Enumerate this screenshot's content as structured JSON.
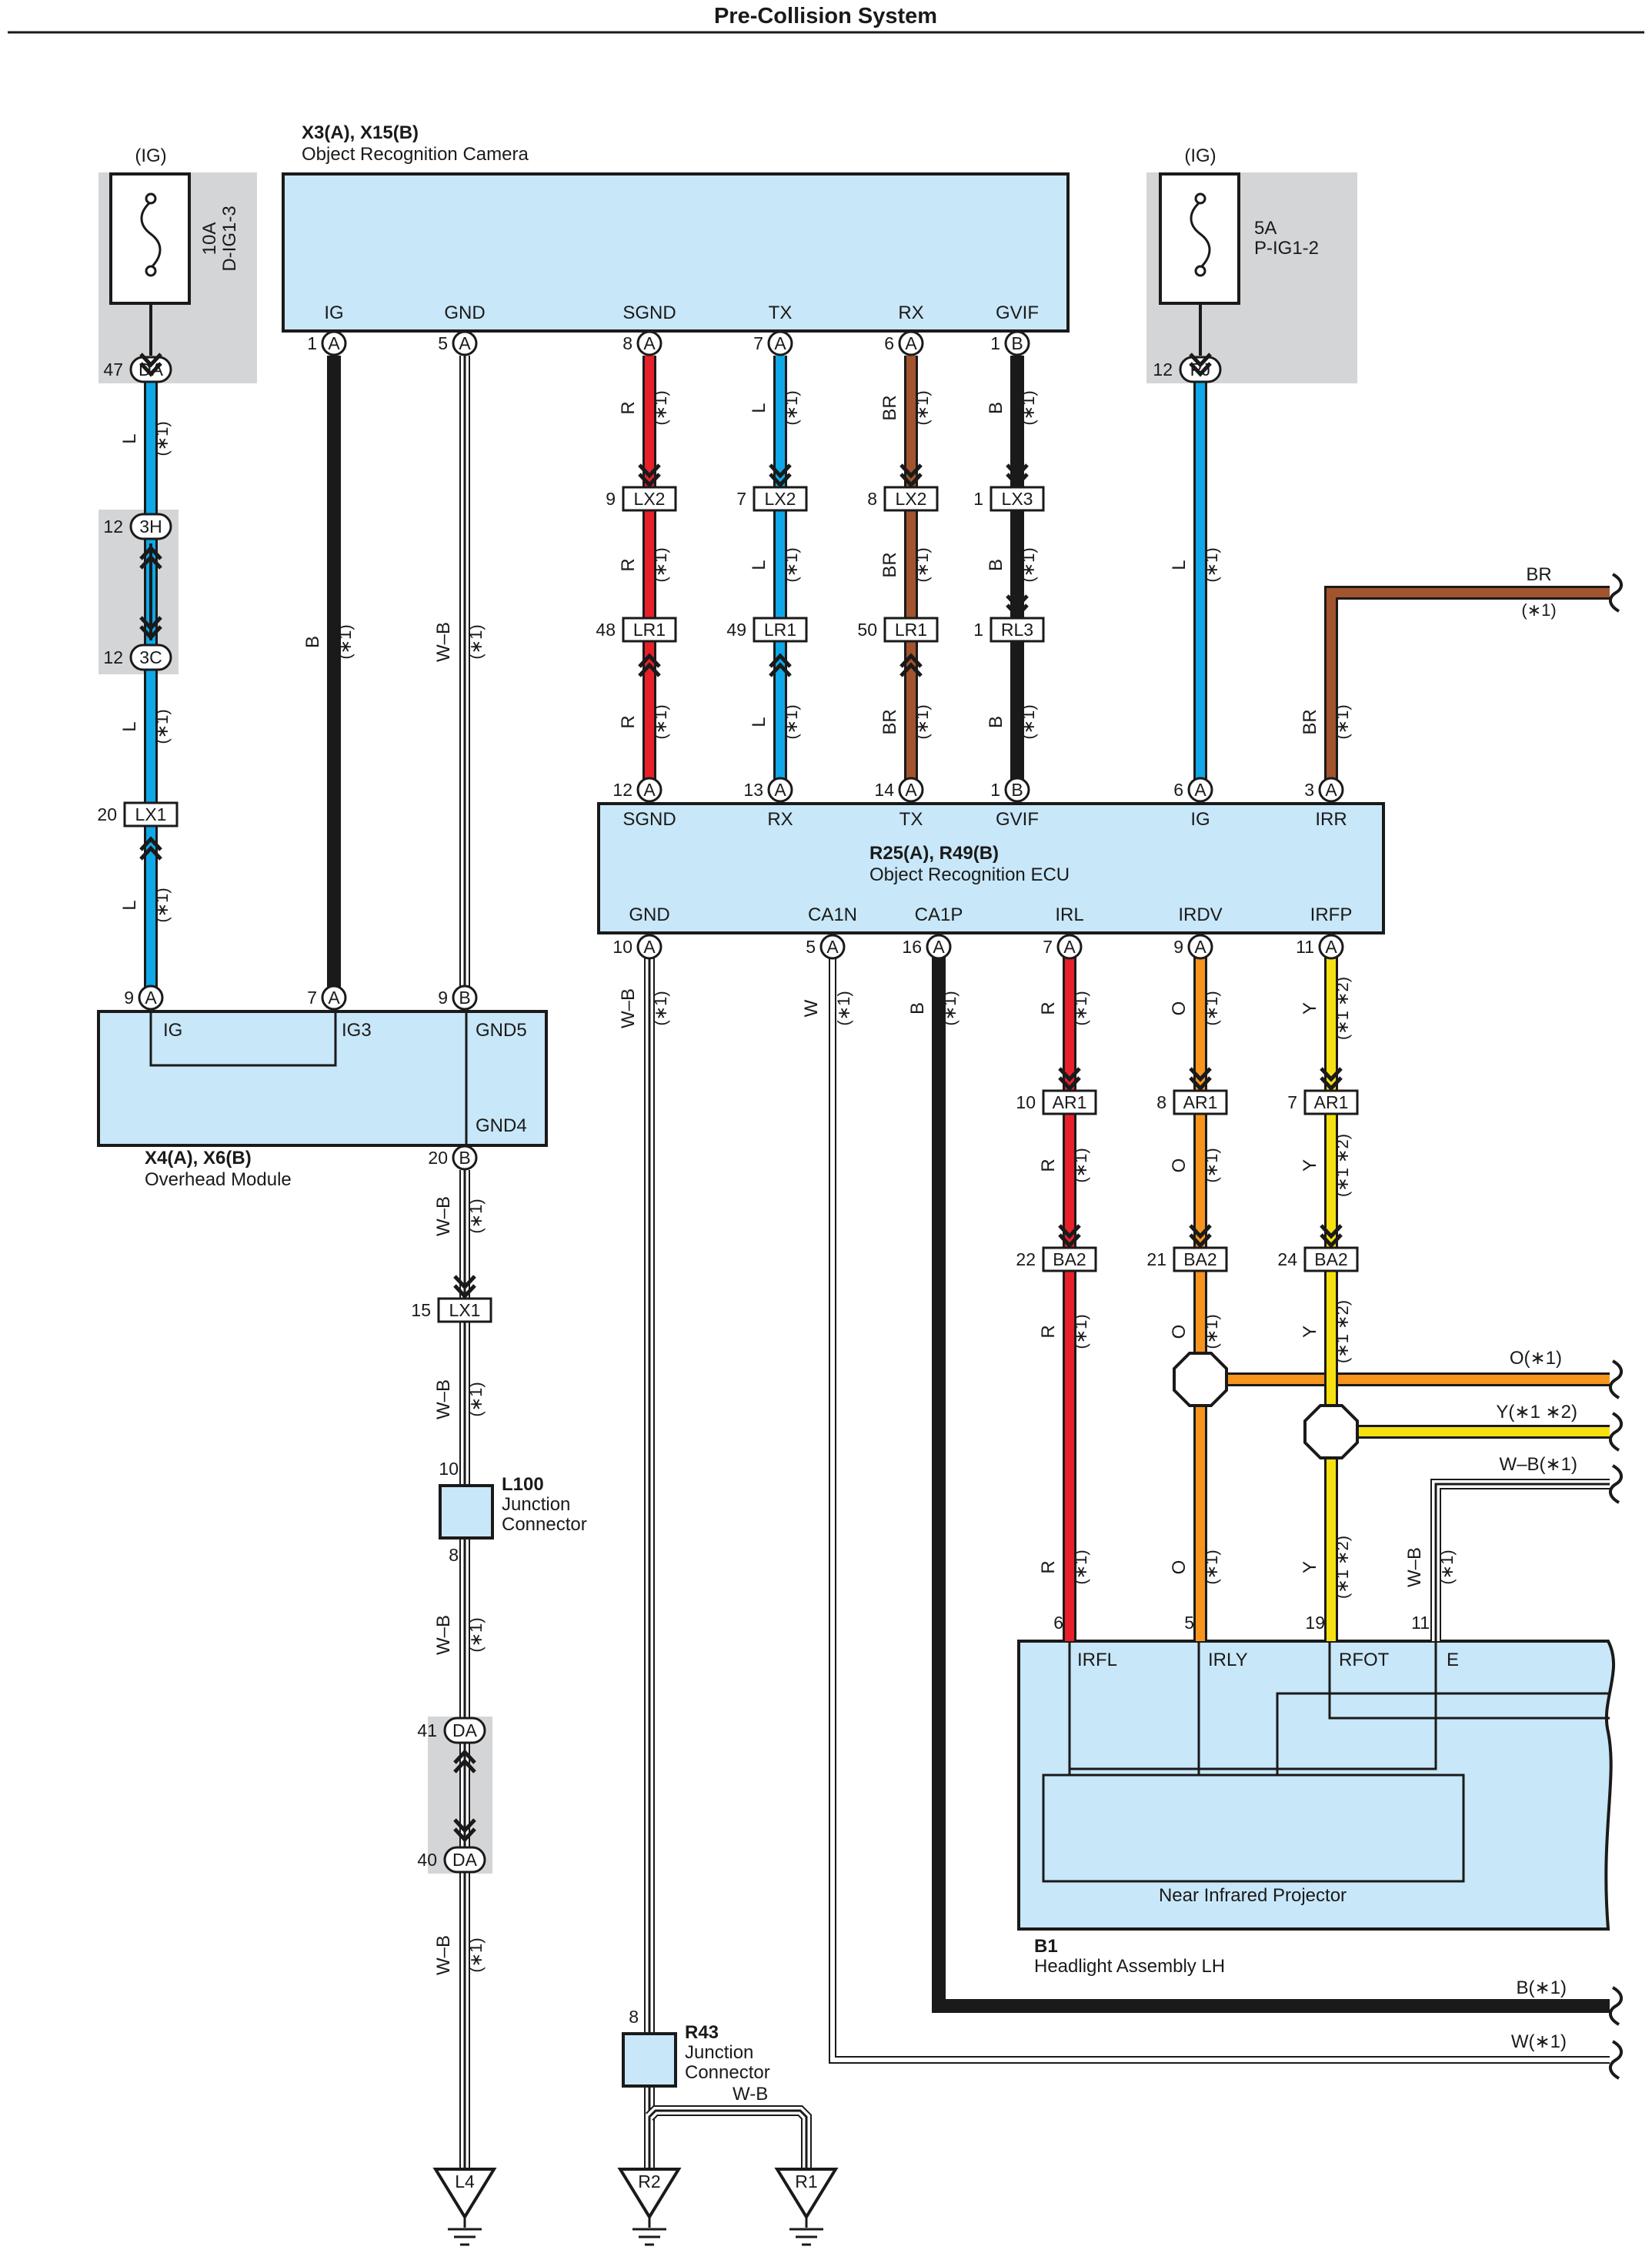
{
  "title": "Pre-Collision System",
  "colors": {
    "L": "#10a8e6",
    "R": "#e8202a",
    "BR": "#a2542e",
    "B": "#1a1a1a",
    "O": "#f7941d",
    "Y": "#f7e010",
    "module_fill": "#c8e7f8",
    "fuse_box_fill": "#d4d5d7"
  },
  "fuse_left": {
    "label": "(IG)",
    "amp": "10A",
    "name": "D-IG1-3",
    "pin": "47",
    "conn": "DA"
  },
  "fuse_right": {
    "label": "(IG)",
    "amp": "5A",
    "name": "P-IG1-2",
    "pin": "12",
    "conn": "PJ"
  },
  "camera": {
    "code": "X3(A), X15(B)",
    "name": "Object Recognition Camera",
    "terminals": [
      {
        "name": "IG",
        "pin": "1",
        "conn": "A"
      },
      {
        "name": "GND",
        "pin": "5",
        "conn": "A"
      },
      {
        "name": "SGND",
        "pin": "8",
        "conn": "A"
      },
      {
        "name": "TX",
        "pin": "7",
        "conn": "A"
      },
      {
        "name": "RX",
        "pin": "6",
        "conn": "A"
      },
      {
        "name": "GVIF",
        "pin": "1",
        "conn": "B"
      }
    ]
  },
  "ecu": {
    "code": "R25(A), R49(B)",
    "name": "Object Recognition ECU",
    "top_terminals": [
      {
        "name": "SGND",
        "pin": "12",
        "conn": "A"
      },
      {
        "name": "RX",
        "pin": "13",
        "conn": "A"
      },
      {
        "name": "TX",
        "pin": "14",
        "conn": "A"
      },
      {
        "name": "GVIF",
        "pin": "1",
        "conn": "B"
      },
      {
        "name": "IG",
        "pin": "6",
        "conn": "A"
      },
      {
        "name": "IRR",
        "pin": "3",
        "conn": "A"
      }
    ],
    "bottom_terminals": [
      {
        "name": "GND",
        "pin": "10",
        "conn": "A"
      },
      {
        "name": "CA1N",
        "pin": "5",
        "conn": "A"
      },
      {
        "name": "CA1P",
        "pin": "16",
        "conn": "A"
      },
      {
        "name": "IRL",
        "pin": "7",
        "conn": "A"
      },
      {
        "name": "IRDV",
        "pin": "9",
        "conn": "A"
      },
      {
        "name": "IRFP",
        "pin": "11",
        "conn": "A"
      }
    ]
  },
  "overhead": {
    "code": "X4(A), X6(B)",
    "name": "Overhead Module",
    "terminals": [
      {
        "name": "IG",
        "pin": "9",
        "conn": "A"
      },
      {
        "name": "IG3",
        "pin": "7",
        "conn": "A"
      },
      {
        "name": "GND5",
        "pin": "9",
        "conn": "B"
      }
    ],
    "gnd4": {
      "name": "GND4",
      "pin": "20",
      "conn": "B"
    }
  },
  "headlight": {
    "code": "B1",
    "name": "Headlight Assembly LH",
    "sub": "Near Infrared Projector",
    "terminals": [
      {
        "name": "IRFL",
        "pin": "6"
      },
      {
        "name": "IRLY",
        "pin": "5"
      },
      {
        "name": "RFOT",
        "pin": "19"
      },
      {
        "name": "E",
        "pin": "11"
      }
    ]
  },
  "junction_l100": {
    "code": "L100",
    "line1": "Junction",
    "line2": "Connector",
    "pin_top": "10",
    "pin_bottom": "8"
  },
  "junction_r43": {
    "code": "R43",
    "line1": "Junction",
    "line2": "Connector",
    "pin_top": "8",
    "wire": "W-B"
  },
  "grounds": [
    "L4",
    "R2",
    "R1"
  ],
  "connectors": {
    "c_3h": {
      "pin": "12",
      "name": "3H"
    },
    "c_3c": {
      "pin": "12",
      "name": "3C"
    },
    "c_lx1a": {
      "pin": "20",
      "name": "LX1"
    },
    "c_lx1b": {
      "pin": "15",
      "name": "LX1"
    },
    "c_da41": {
      "pin": "41",
      "name": "DA"
    },
    "c_da40": {
      "pin": "40",
      "name": "DA"
    },
    "c_lx2a": {
      "pin": "9",
      "name": "LX2"
    },
    "c_lx2b": {
      "pin": "7",
      "name": "LX2"
    },
    "c_lx2c": {
      "pin": "8",
      "name": "LX2"
    },
    "c_lx3": {
      "pin": "1",
      "name": "LX3"
    },
    "c_lr1a": {
      "pin": "48",
      "name": "LR1"
    },
    "c_lr1b": {
      "pin": "49",
      "name": "LR1"
    },
    "c_lr1c": {
      "pin": "50",
      "name": "LR1"
    },
    "c_rl3": {
      "pin": "1",
      "name": "RL3"
    },
    "c_ar1a": {
      "pin": "10",
      "name": "AR1"
    },
    "c_ar1b": {
      "pin": "8",
      "name": "AR1"
    },
    "c_ar1c": {
      "pin": "7",
      "name": "AR1"
    },
    "c_ba2a": {
      "pin": "22",
      "name": "BA2"
    },
    "c_ba2b": {
      "pin": "21",
      "name": "BA2"
    },
    "c_ba2c": {
      "pin": "24",
      "name": "BA2"
    }
  },
  "wire_labels": {
    "L": "L",
    "R": "R",
    "BR": "BR",
    "B": "B",
    "WB": "W–B",
    "W": "W",
    "O": "O",
    "Y": "Y",
    "n1": "(∗1)",
    "n12": "(∗1 ∗2)"
  },
  "exits": {
    "br": {
      "name": "BR",
      "note": "(∗1)"
    },
    "o": "O(∗1)",
    "y": "Y(∗1 ∗2)",
    "wb": "W–B(∗1)",
    "b": "B(∗1)",
    "w": "W(∗1)"
  }
}
